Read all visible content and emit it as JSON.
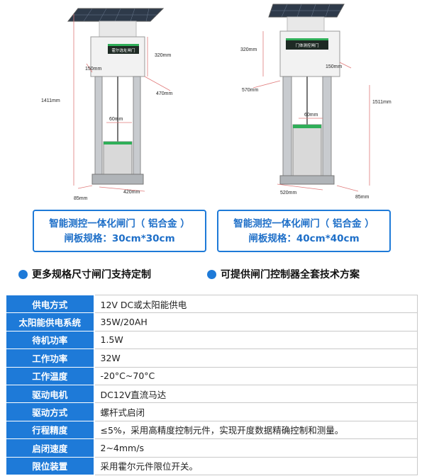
{
  "diagram_left": {
    "dims": {
      "height": "1411mm",
      "box_height": "320mm",
      "box_depth": "150mm",
      "box_width": "470mm",
      "gate_travel": "60mm",
      "base_depth": "85mm",
      "base_width": "420mm"
    },
    "controller_label": "霍尔选址闸门"
  },
  "diagram_right": {
    "dims": {
      "box_height": "320mm",
      "box_depth": "150mm",
      "box_width": "570mm",
      "height": "1511mm",
      "gate_travel": "60mm",
      "base_width": "520mm",
      "base_depth": "85mm"
    },
    "controller_label": "门体测控闸门"
  },
  "captions": [
    {
      "line1": "智能测控一体化闸门（ 铝合金 ）",
      "line2": "闸板规格：30cm*30cm"
    },
    {
      "line1": "智能测控一体化闸门（ 铝合金 ）",
      "line2": "闸板规格：40cm*40cm"
    }
  ],
  "bullets": [
    "更多规格尺寸闸门支持定制",
    "可提供闸门控制器全套技术方案"
  ],
  "specs": [
    {
      "key": "供电方式",
      "value": "12V DC或太阳能供电"
    },
    {
      "key": "太阳能供电系统",
      "value": "35W/20AH"
    },
    {
      "key": "待机功率",
      "value": "1.5W"
    },
    {
      "key": "工作功率",
      "value": "32W"
    },
    {
      "key": "工作温度",
      "value": "-20°C~70°C"
    },
    {
      "key": "驱动电机",
      "value": "DC12V直流马达"
    },
    {
      "key": "驱动方式",
      "value": "螺杆式启闭"
    },
    {
      "key": "行程精度",
      "value": "≤5%，采用高精度控制元件，实现开度数据精确控制和测量。"
    },
    {
      "key": "启闭速度",
      "value": "2~4mm/s"
    },
    {
      "key": "限位装置",
      "value": "采用霍尔元件限位开关。"
    }
  ]
}
